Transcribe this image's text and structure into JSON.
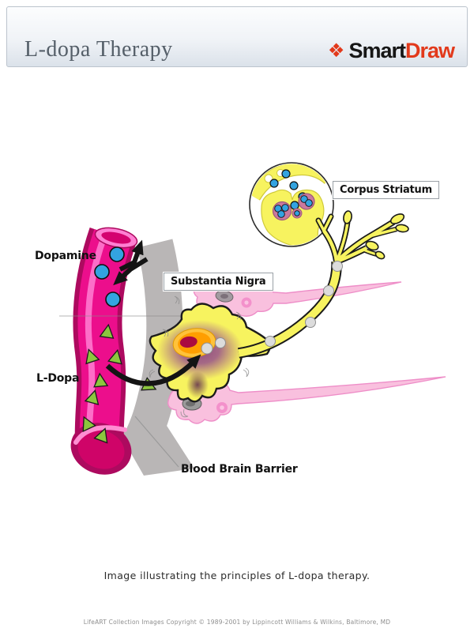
{
  "header": {
    "title": "L-dopa Therapy",
    "logo": {
      "icon": "diamond-cluster",
      "part1": "Smart",
      "part2": "Draw"
    }
  },
  "diagram": {
    "labels": {
      "dopamine": "Dopamine",
      "l_dopa": "L-Dopa",
      "substantia_nigra": "Substantia Nigra",
      "corpus_striatum": "Corpus Striatum",
      "blood_brain_barrier": "Blood Brain Barrier"
    },
    "colors": {
      "vessel": "#ec0e8c",
      "vessel_rim": "#ad0a5f",
      "vessel_highlight": "#ff7fd2",
      "barrier": "#b9b6b6",
      "dopamine_molecule": "#33a3e0",
      "ldopa_molecule": "#8cc63e",
      "neuron_body": "#f7f35f",
      "neuron_center": "#8f4a7c",
      "nucleus": "#ff9e00",
      "nucleolus": "#aa0a40",
      "astrocyte": "#f9c0de",
      "astrocyte_edge": "#ee8ec8",
      "vesicle": "#c9799e",
      "converted_dopamine": "#dcdcdc",
      "arrow": "#141414",
      "logo_red": "#e2391b",
      "logo_dark": "#161616"
    }
  },
  "caption": "Image illustrating the principles of L-dopa therapy.",
  "footer": "LifeART Collection Images Copyright © 1989-2001 by Lippincott Williams & Wilkins, Baltimore, MD"
}
